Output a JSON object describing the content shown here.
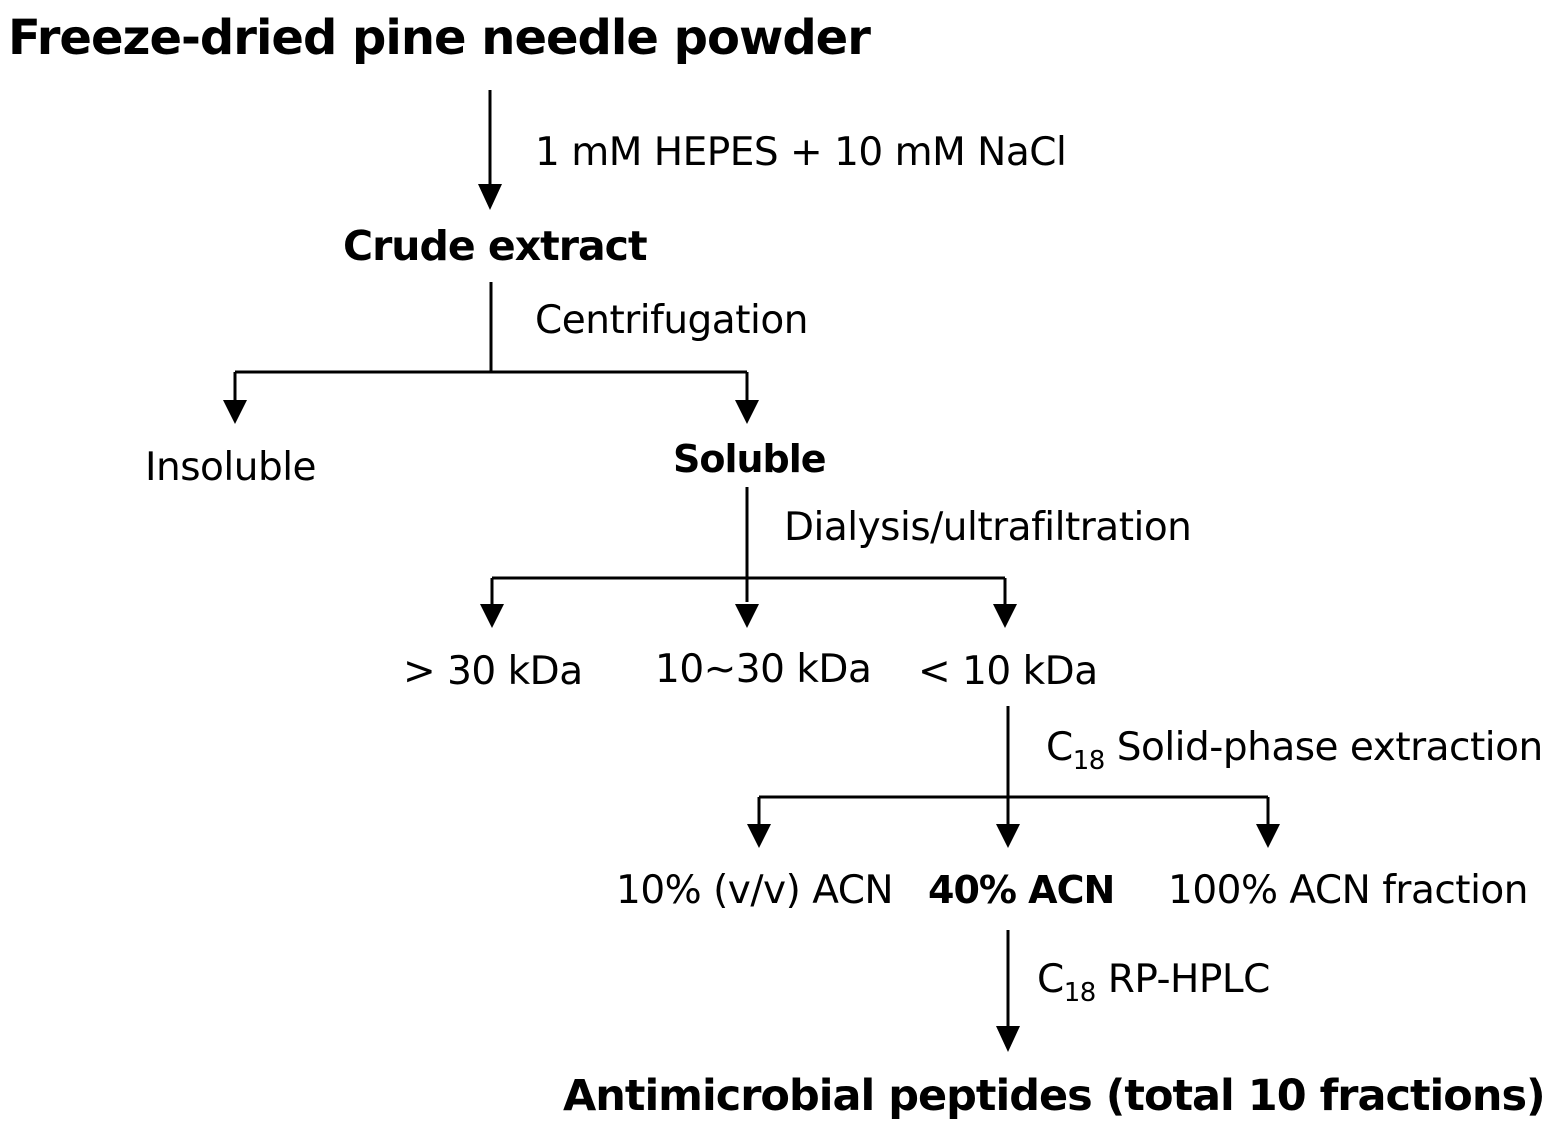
{
  "nodes": {
    "start": "Freeze-dried pine needle powder",
    "crude": "Crude extract",
    "insoluble": "Insoluble",
    "soluble": "Soluble",
    "gt30": "> 30 kDa",
    "mid": "10~30 kDa",
    "lt10": "< 10 kDa",
    "acn10": "10% (v/v) ACN",
    "acn40": "40% ACN",
    "acn100": "100% ACN fraction",
    "final": "Antimicrobial peptides (total 10 fractions)"
  },
  "steps": {
    "buffer": "1 mM HEPES + 10 mM NaCl",
    "centrifugation": "Centrifugation",
    "dialysis": "Dialysis/ultrafiltration",
    "spe": {
      "prefix": "C",
      "sub": "18",
      "text": " Solid-phase extraction"
    },
    "hplc": {
      "prefix": "C",
      "sub": "18",
      "text": " RP-HPLC"
    }
  },
  "style": {
    "line_color": "#000000",
    "text_color": "#000000",
    "background": "#ffffff"
  }
}
